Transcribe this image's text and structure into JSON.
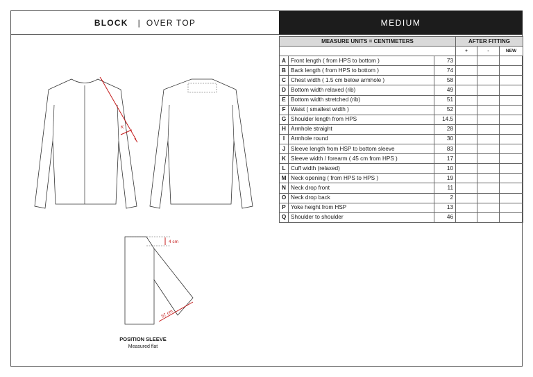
{
  "header": {
    "left_bold": "BLOCK",
    "separator": "|",
    "left_rest": "OVER TOP",
    "size": "MEDIUM"
  },
  "table": {
    "units_header": "MEASURE UNITS = CENTIMETERS",
    "after_fitting_header": "AFTER FITTING",
    "col_plus": "+",
    "col_minus": "-",
    "col_new": "NEW",
    "rows": [
      {
        "code": "A",
        "desc": "Front length ( from HPS to bottom )",
        "value": "73"
      },
      {
        "code": "B",
        "desc": "Back length ( from HPS to bottom )",
        "value": "74"
      },
      {
        "code": "C",
        "desc": "Chest width ( 1.5 cm below armhole )",
        "value": "58"
      },
      {
        "code": "D",
        "desc": "Bottom width relaxed (rib)",
        "value": "49"
      },
      {
        "code": "E",
        "desc": "Bottom width stretched (rib)",
        "value": "51"
      },
      {
        "code": "F",
        "desc": "Waist ( smallest width )",
        "value": "52"
      },
      {
        "code": "G",
        "desc": "Shoulder length from HPS",
        "value": "14.5"
      },
      {
        "code": "H",
        "desc": "Armhole straight",
        "value": "28"
      },
      {
        "code": "I",
        "desc": "Armhole round",
        "value": "30"
      },
      {
        "code": "J",
        "desc": "Sleeve length from HSP to bottom sleeve",
        "value": "83"
      },
      {
        "code": "K",
        "desc": "Sleeve width / forearm ( 45 cm from HPS )",
        "value": "17"
      },
      {
        "code": "L",
        "desc": "Cuff width (relaxed)",
        "value": "10"
      },
      {
        "code": "M",
        "desc": "Neck opening ( from HPS to HPS )",
        "value": "19"
      },
      {
        "code": "N",
        "desc": "Neck drop front",
        "value": "11"
      },
      {
        "code": "O",
        "desc": "Neck drop back",
        "value": "2"
      },
      {
        "code": "P",
        "desc": "Yoke height from HSP",
        "value": "13"
      },
      {
        "code": "Q",
        "desc": "Shoulder to shoulder",
        "value": "46"
      }
    ]
  },
  "sketch": {
    "k_label": "K",
    "drop_label": "4 cm",
    "length_label": "57 cm",
    "caption_title": "POSITION SLEEVE",
    "caption_sub": "Measured flat",
    "annotation_color": "#c41a1a"
  }
}
